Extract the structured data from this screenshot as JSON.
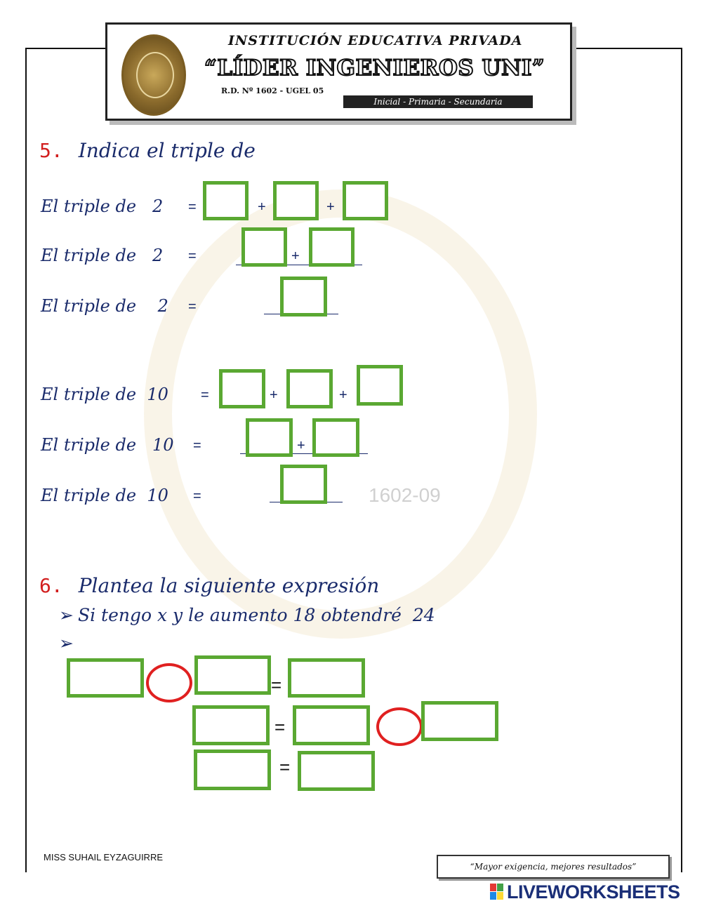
{
  "header": {
    "line1": "INSTITUCIÓN EDUCATIVA PRIVADA",
    "line2": "“LÍDER INGENIEROS UNI”",
    "line3": "R.D. Nº 1602 - UGEL 05",
    "levels": "Inicial - Primaria - Secundaria"
  },
  "watermark": {
    "resolution": "1602-09"
  },
  "q5": {
    "number": "5.",
    "title": "Indica el triple de",
    "rows": [
      {
        "label": "El triple de   2",
        "eq": "="
      },
      {
        "label": "El triple de   2",
        "eq": "="
      },
      {
        "label": "El triple de    2",
        "eq": "="
      },
      {
        "label": "El triple de  10",
        "eq": "="
      },
      {
        "label": "El triple de   10",
        "eq": "="
      },
      {
        "label": "El triple de  10",
        "eq": "="
      }
    ],
    "plus": "+"
  },
  "q6": {
    "number": "6.",
    "title": "Plantea la siguiente expresión",
    "bullet1": "Si tengo x y le aumento 18 obtendré  24",
    "bullet_symbol": "➢",
    "eq": "="
  },
  "footer": {
    "teacher": "MISS SUHAIL EYZAGUIRRE",
    "motto": "“Mayor exigencia, mejores resultados”",
    "brand": "LIVEWORKSHEETS"
  }
}
